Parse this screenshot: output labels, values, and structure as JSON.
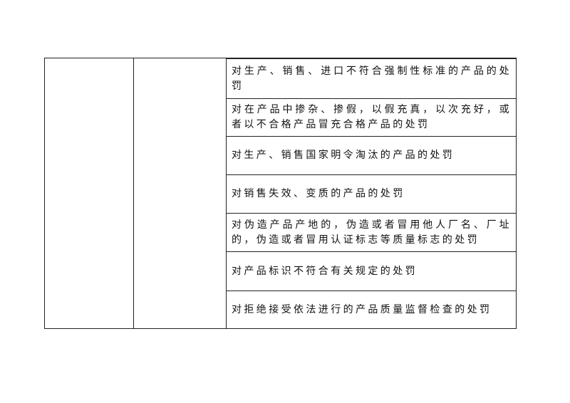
{
  "table": {
    "rows": [
      "对生产、销售、进口不符合强制性标准的产品的处罚",
      "对在产品中掺杂、掺假，以假充真，以次充好，或者以不合格产品冒充合格产品的处罚",
      "对生产、销售国家明令淘汰的产品的处罚",
      "对销售失效、变质的产品的处罚",
      "对伪造产品产地的，伪造或者冒用他人厂名、厂址的，伪造或者冒用认证标志等质量标志的处罚",
      "对产品标识不符合有关规定的处罚",
      "对拒绝接受依法进行的产品质量监督检查的处罚"
    ]
  }
}
